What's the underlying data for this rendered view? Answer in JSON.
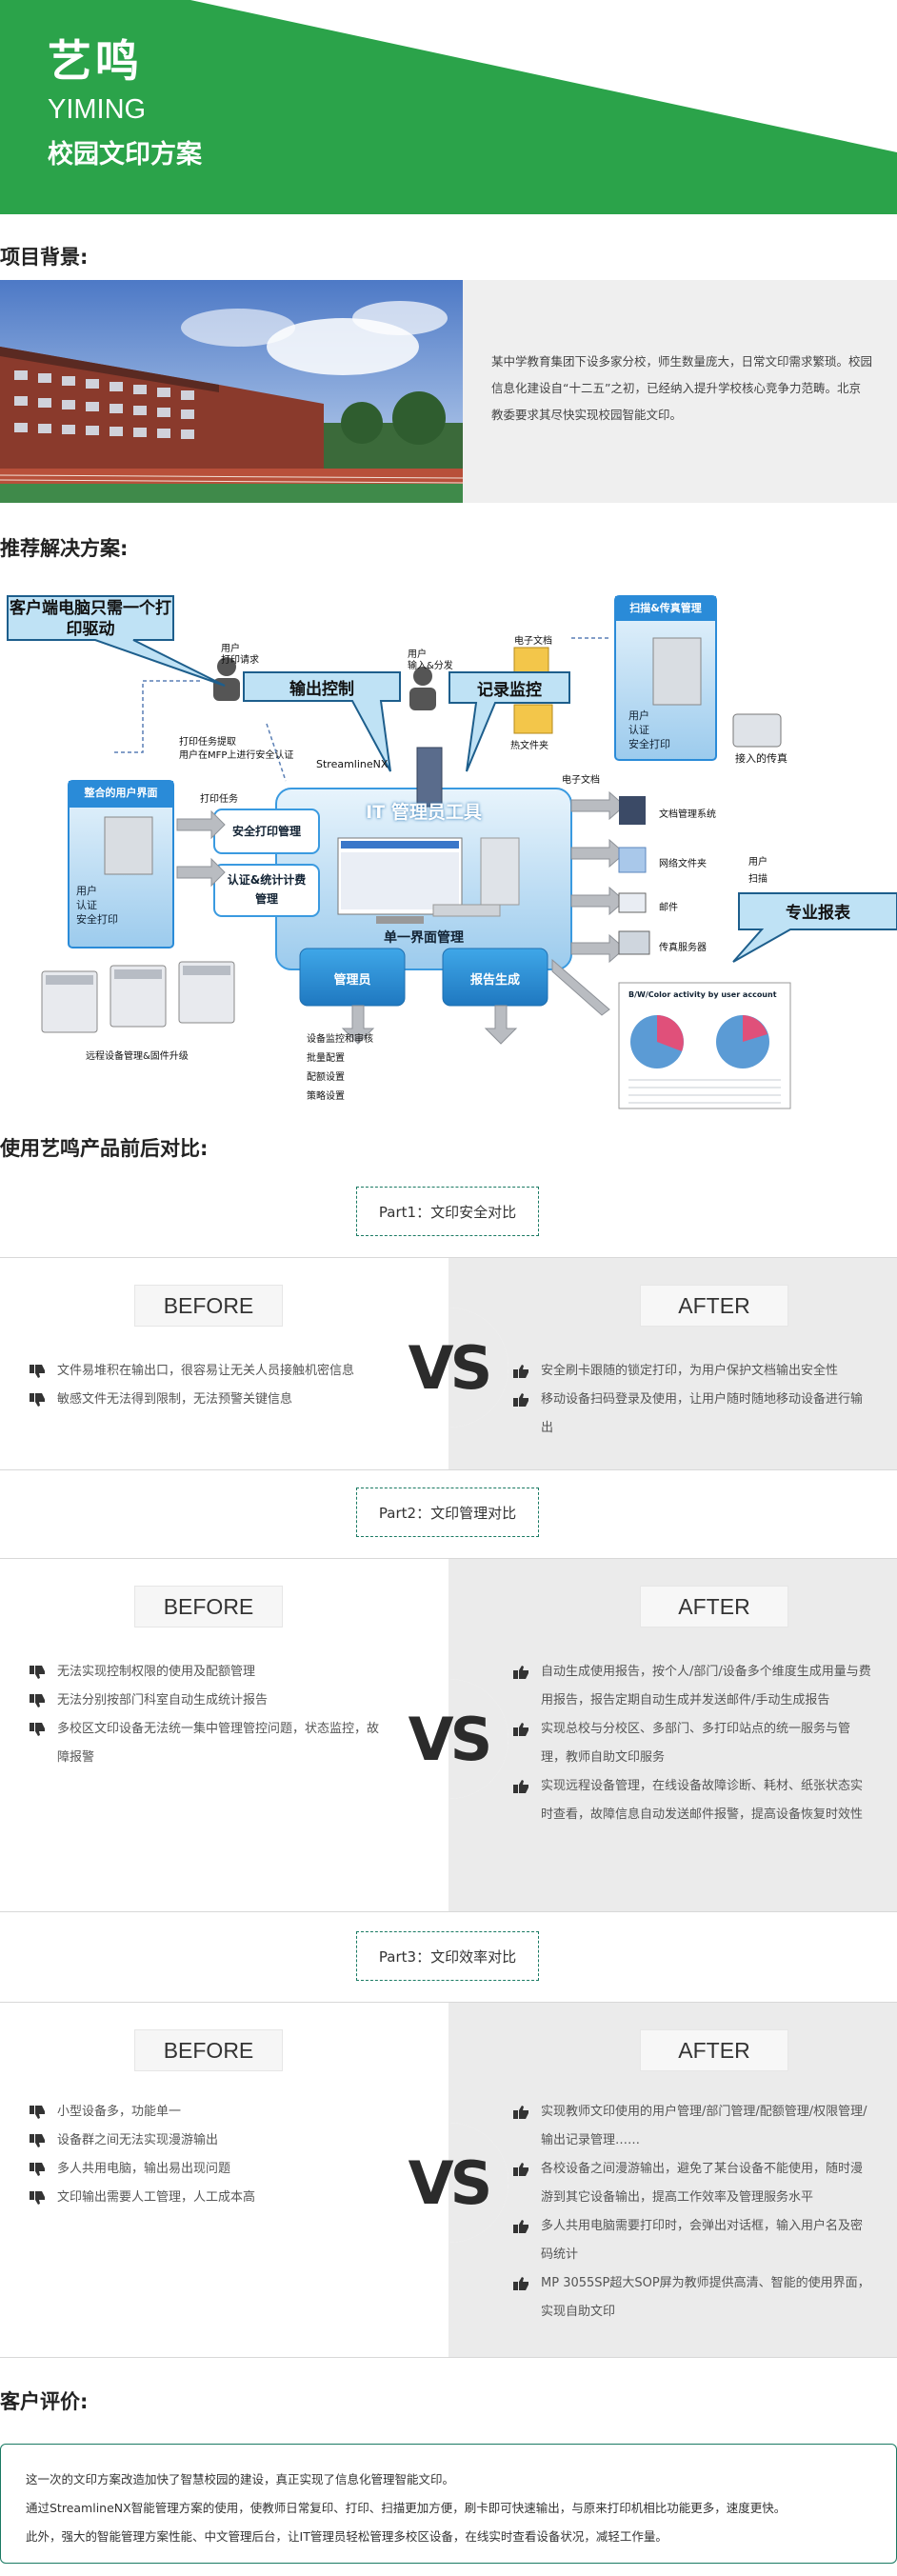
{
  "header": {
    "brand_cn": "艺鸣",
    "brand_en": "YIMING",
    "subtitle": "校园文印方案",
    "color": "#2ba34a"
  },
  "background": {
    "title": "项目背景:",
    "text": "某中学教育集团下设多家分校，师生数量庞大，日常文印需求繁琐。校园信息化建设自“十二五”之初，已经纳入提升学校核心竞争力范畴。北京教委要求其尽快实现校园智能文印。"
  },
  "solution": {
    "title": "推荐解决方案:",
    "callouts": {
      "driver": "客户端电脑只需一个打印驱动",
      "output": "输出控制",
      "record": "记录监控",
      "report": "专业报表"
    },
    "center_title": "IT 管理员工具",
    "center_bottom": "单一界面管理",
    "modules": [
      "安全打印管理",
      "认证&统计计费管理",
      "管理员",
      "报告生成"
    ],
    "left_panel": {
      "title": "整合的用户界面",
      "lines": [
        "用户",
        "认证",
        "安全打印"
      ]
    },
    "right_panel": {
      "title": "扫描&传真管理",
      "lines": [
        "用户",
        "认证",
        "安全打印"
      ],
      "fax": "接入的传真"
    },
    "labels": {
      "user_print": "用户\n打印请求",
      "user_input": "用户\n输入&分发",
      "print_release": "打印任务提取",
      "mfp_auth": "用户在MFP上进行安全认证",
      "streamline": "StreamlineNX",
      "print_task": "打印任务",
      "e_doc": "电子文档",
      "hot_folder": "热文件夹",
      "e_doc2": "电子文档",
      "doc_mgmt": "文档管理系统",
      "net_folder": "网络文件夹",
      "mail": "邮件",
      "fax_server": "传真服务器",
      "user": "用户",
      "scan": "扫描",
      "remote": "远程设备管理&固件升级",
      "device_list": [
        "设备监控和审核",
        "批量配置",
        "配额设置",
        "策略设置"
      ],
      "report_title": "B/W/Color activity by user account"
    }
  },
  "compare": {
    "title": "使用艺鸣产品前后对比:",
    "before_label": "BEFORE",
    "after_label": "AFTER",
    "vs": "VS",
    "parts": [
      {
        "tab": "Part1：文印安全对比",
        "before": [
          "文件易堆积在输出口，很容易让无关人员接触机密信息",
          "敏感文件无法得到限制，无法预警关键信息"
        ],
        "after": [
          "安全刷卡跟随的锁定打印，为用户保护文档输出安全性",
          "移动设备扫码登录及使用，让用户随时随地移动设备进行输出"
        ]
      },
      {
        "tab": "Part2：文印管理对比",
        "before": [
          "无法实现控制权限的使用及配额管理",
          "无法分别按部门科室自动生成统计报告",
          "多校区文印设备无法统一集中管理管控问题，状态监控，故障报警"
        ],
        "after": [
          "自动生成使用报告，按个人/部门/设备多个维度生成用量与费用报告，报告定期自动生成并发送邮件/手动生成报告",
          "实现总校与分校区、多部门、多打印站点的统一服务与管理，教师自助文印服务",
          "实现远程设备管理，在线设备故障诊断、耗材、纸张状态实时查看，故障信息自动发送邮件报警，提高设备恢复时效性"
        ]
      },
      {
        "tab": "Part3：文印效率对比",
        "before": [
          "小型设备多，功能单一",
          "设备群之间无法实现漫游输出",
          "多人共用电脑，输出易出现问题",
          "文印输出需要人工管理，人工成本高"
        ],
        "after": [
          "实现教师文印使用的用户管理/部门管理/配额管理/权限管理/输出记录管理……",
          "各校设备之间漫游输出，避免了某台设备不能使用，随时漫游到其它设备输出，提高工作效率及管理服务水平",
          "多人共用电脑需要打印时，会弹出对话框，输入用户名及密码统计",
          "MP 3055SP超大SOP屏为教师提供高清、智能的使用界面，实现自助文印"
        ]
      }
    ]
  },
  "review": {
    "title": "客户评价:",
    "lines": [
      "这一次的文印方案改造加快了智慧校园的建设，真正实现了信息化管理智能文印。",
      "通过StreamlineNX智能管理方案的使用，使教师日常复印、打印、扫描更加方便，刷卡即可快速输出，与原来打印机相比功能更多，速度更快。",
      "此外，强大的智能管理方案性能、中文管理后台，让IT管理员轻松管理多校区设备，在线实时查看设备状况，减轻工作量。"
    ],
    "border_color": "#1a7a63"
  }
}
